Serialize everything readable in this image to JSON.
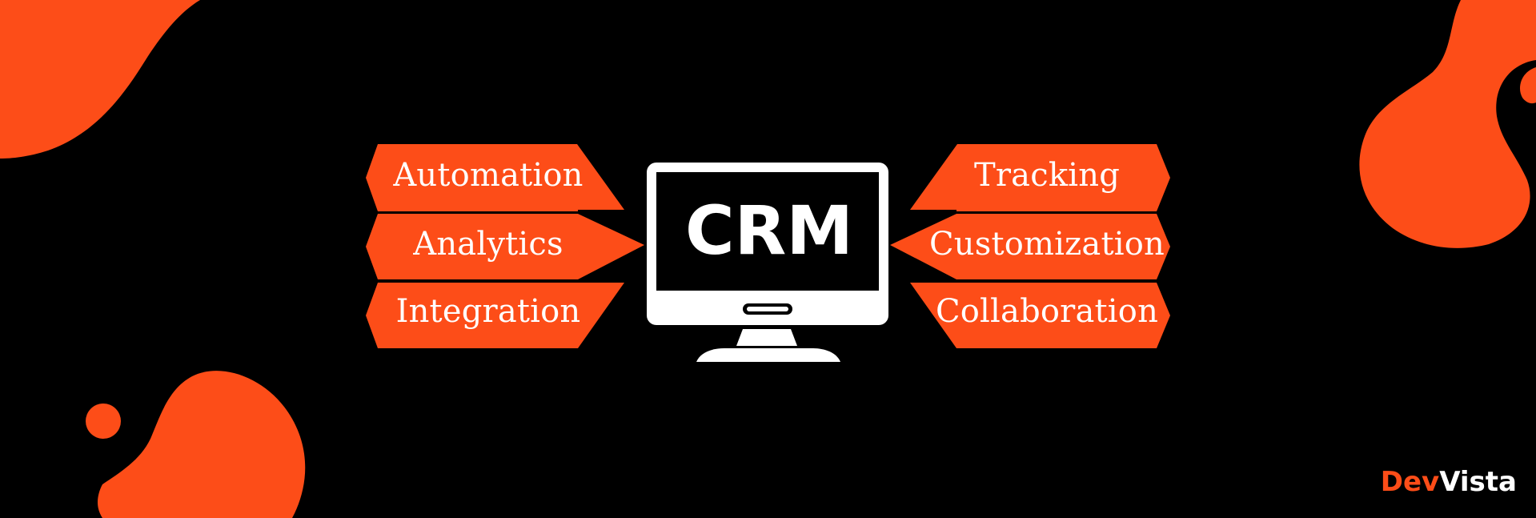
{
  "center": {
    "label": "CRM",
    "icon": "computer-monitor-icon"
  },
  "left_features": [
    {
      "label": "Automation"
    },
    {
      "label": "Analytics"
    },
    {
      "label": "Integration"
    }
  ],
  "right_features": [
    {
      "label": "Tracking"
    },
    {
      "label": "Customization"
    },
    {
      "label": "Collaboration"
    }
  ],
  "brand": {
    "part1": "Dev",
    "part2": "Vista"
  },
  "colors": {
    "background": "#000000",
    "accent": "#fd4d18",
    "text": "#ffffff"
  }
}
